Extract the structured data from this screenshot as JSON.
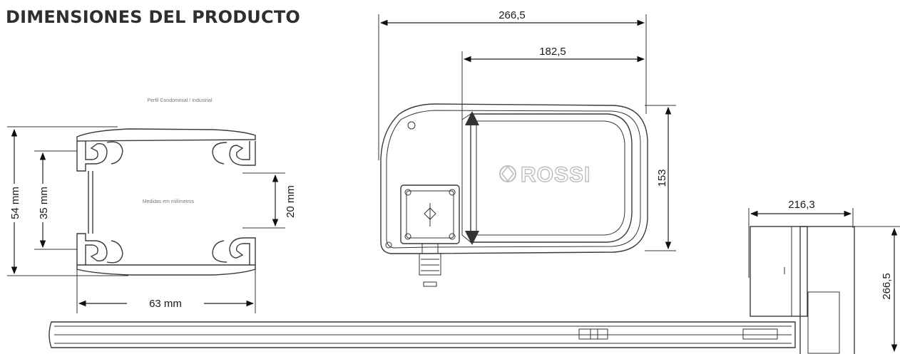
{
  "page_title": "DIMENSIONES DEL PRODUCTO",
  "profile": {
    "caption": "Perfil Condominial / Industrial",
    "inner_note": "Medidas em milímetros",
    "dim_height": "54 mm",
    "dim_inner": "35 mm",
    "dim_slot": "20 mm",
    "dim_width": "63 mm"
  },
  "motor_top": {
    "dim_total_length": "266,5",
    "dim_cover_length": "182,5",
    "dim_width": "153",
    "brand_logo": "ROSSI"
  },
  "motor_side": {
    "dim_width": "216,3",
    "dim_height": "266,5"
  }
}
